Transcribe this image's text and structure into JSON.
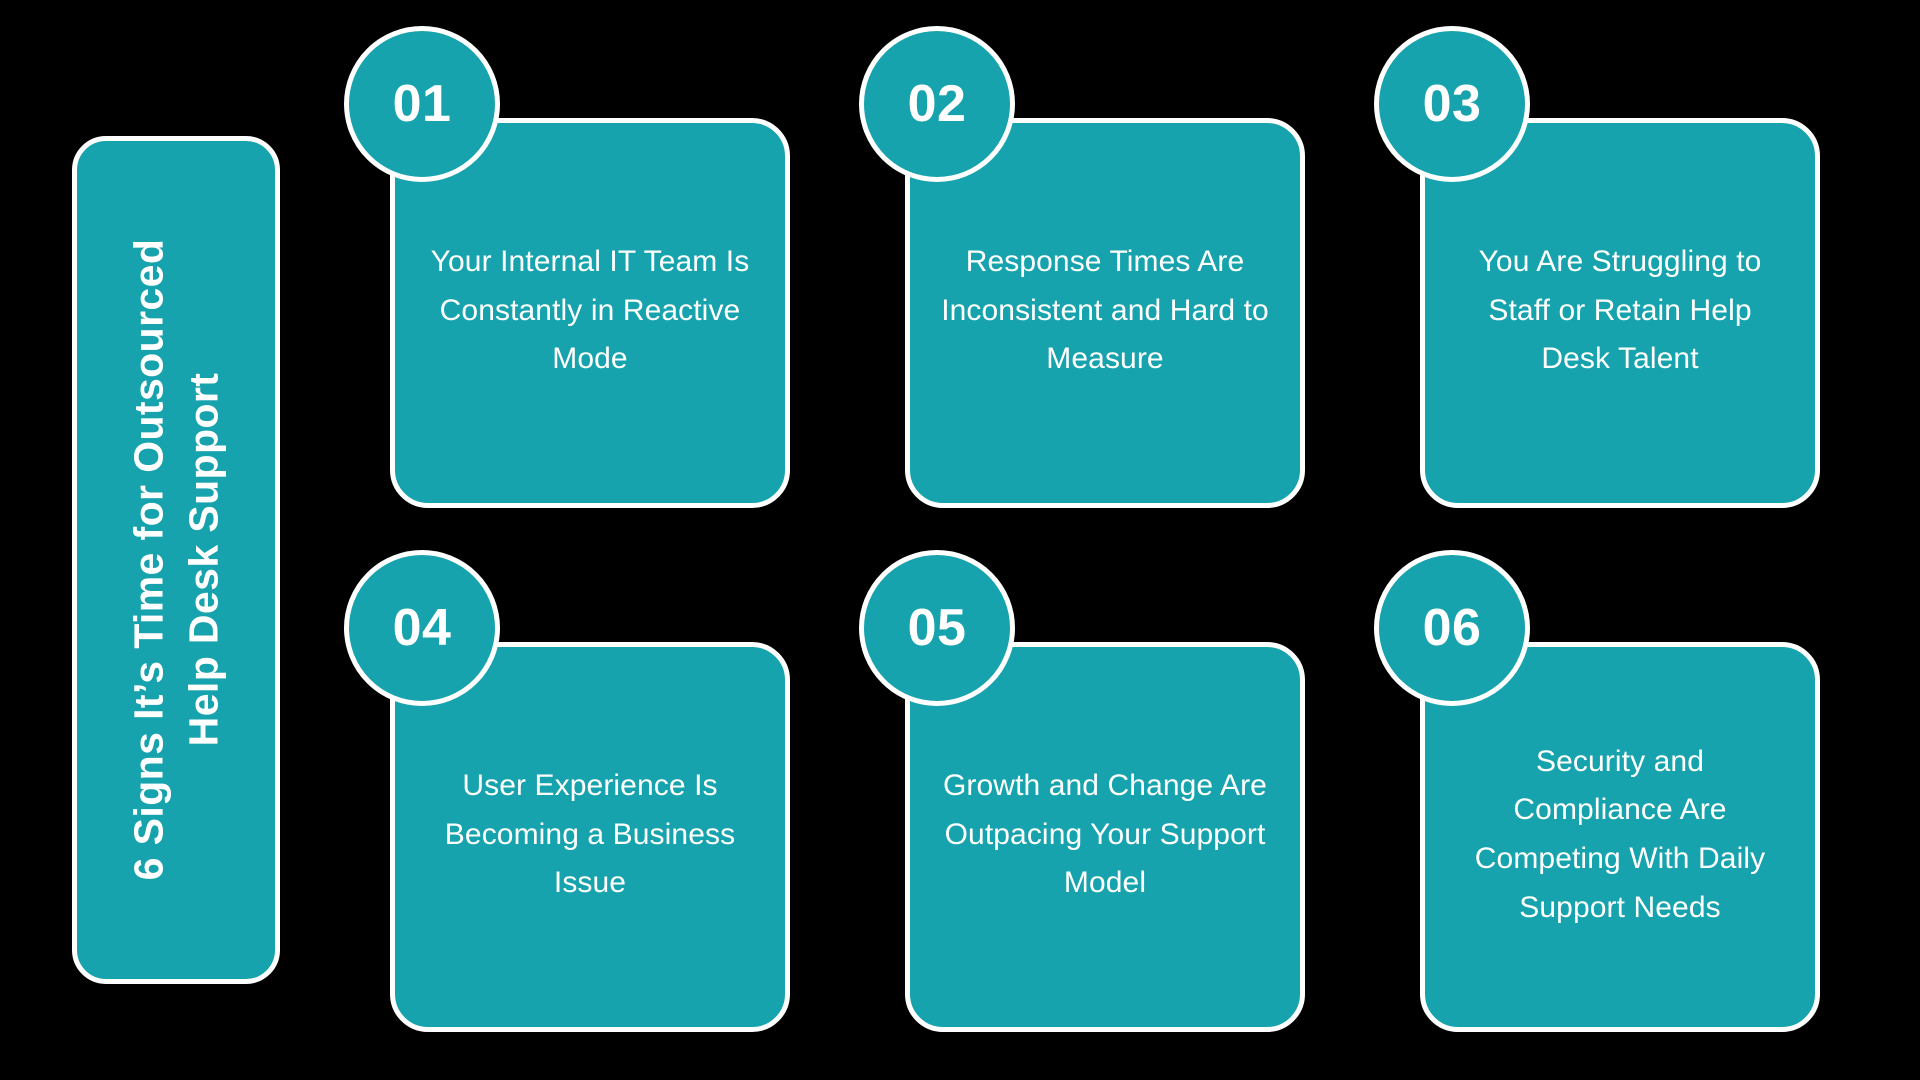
{
  "background_color": "#000000",
  "accent_color": "#16A3AD",
  "border_color": "#FFFFFF",
  "text_color": "#FFFFFF",
  "title": {
    "line1": "6 Signs It’s Time for Outsourced",
    "line2": "Help Desk Support",
    "full": "6 Signs It’s Time for Outsourced Help Desk Support",
    "orientation": "vertical"
  },
  "cards": [
    {
      "number": "01",
      "text": "Your Internal IT Team Is Constantly in Reactive Mode"
    },
    {
      "number": "02",
      "text": "Response Times Are Inconsistent and Hard to Measure"
    },
    {
      "number": "03",
      "text": "You Are Struggling to Staff or Retain Help Desk Talent"
    },
    {
      "number": "04",
      "text": "User Experience Is Becoming a Business Issue"
    },
    {
      "number": "05",
      "text": "Growth and Change Are Outpacing Your Support Model"
    },
    {
      "number": "06",
      "text": "Security and Compliance Are Competing With Daily Support Needs"
    }
  ]
}
